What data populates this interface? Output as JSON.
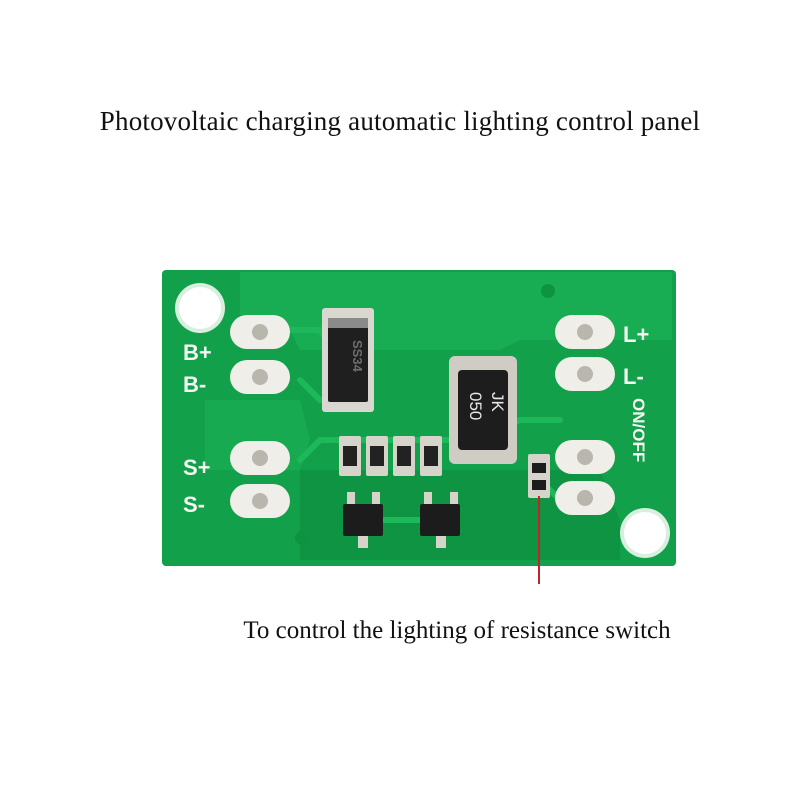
{
  "title": "Photovoltaic charging automatic lighting control panel",
  "caption": "To control the lighting of resistance switch",
  "board": {
    "labels": {
      "b_plus": "B+",
      "b_minus": "B-",
      "s_plus": "S+",
      "s_minus": "S-",
      "l_plus": "L+",
      "l_minus": "L-",
      "on_off": "ON/OFF"
    },
    "diode_marking": "SS34",
    "fuse_marking_line1": "JK",
    "fuse_marking_line2": "050",
    "colors": {
      "pcb": "#13a04a",
      "pcb_dark": "#0d8a3c",
      "pad": "#f0eee8",
      "pointer": "#c0242b"
    }
  }
}
